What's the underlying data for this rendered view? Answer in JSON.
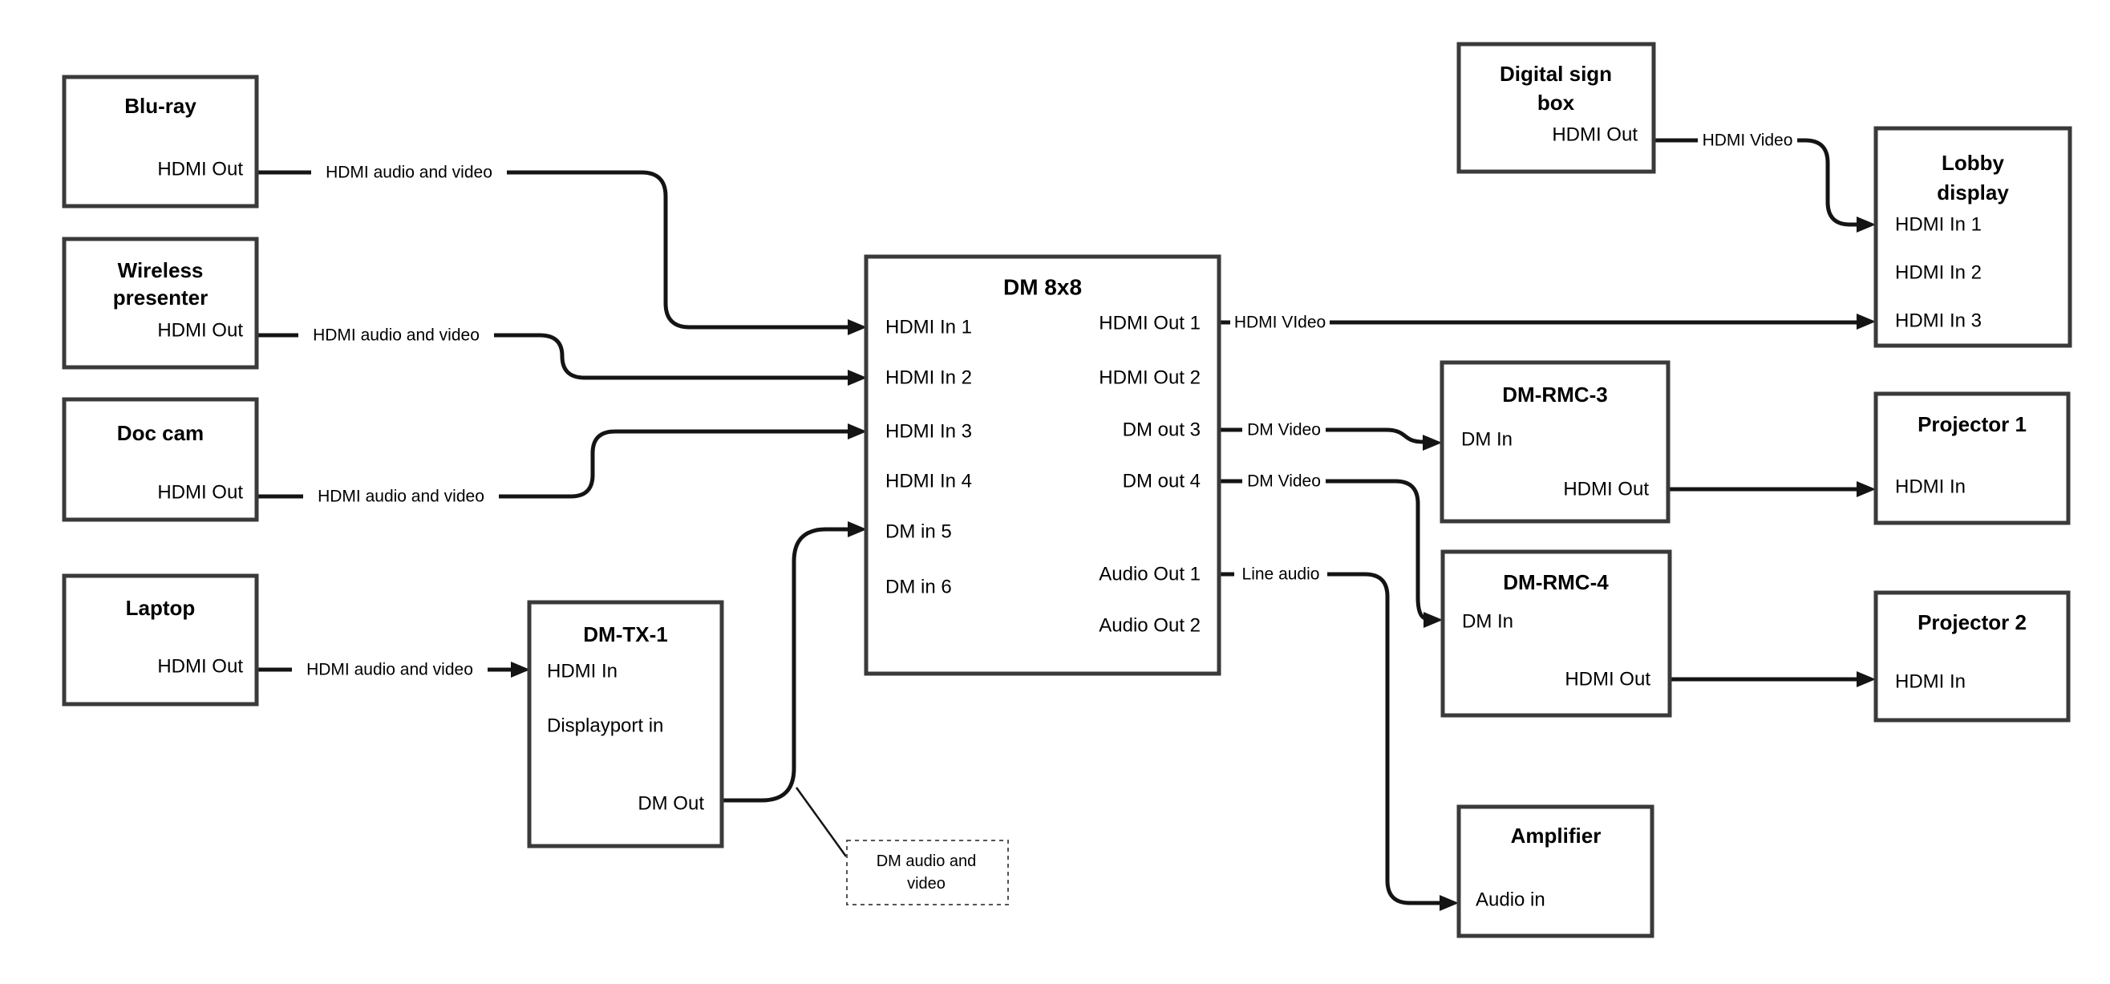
{
  "nodes": {
    "bluray": {
      "title": "Blu-ray",
      "port": "HDMI Out"
    },
    "wireless": {
      "title1": "Wireless",
      "title2": "presenter",
      "port": "HDMI Out"
    },
    "doccam": {
      "title": "Doc cam",
      "port": "HDMI Out"
    },
    "laptop": {
      "title": "Laptop",
      "port": "HDMI Out"
    },
    "dmtx1": {
      "title": "DM-TX-1",
      "port_hdmi_in": "HDMI In",
      "port_displayport_in": "Displayport in",
      "port_dm_out": "DM Out"
    },
    "dm8x8": {
      "title": "DM 8x8",
      "in1": "HDMI In 1",
      "in2": "HDMI In 2",
      "in3": "HDMI In 3",
      "in4": "HDMI In 4",
      "in5": "DM in 5",
      "in6": "DM in 6",
      "out1": "HDMI Out 1",
      "out2": "HDMI Out 2",
      "out3": "DM out 3",
      "out4": "DM out 4",
      "aout1": "Audio Out 1",
      "aout2": "Audio Out 2"
    },
    "digitalsign": {
      "title1": "Digital sign",
      "title2": "box",
      "port": "HDMI Out"
    },
    "lobby": {
      "title1": "Lobby",
      "title2": "display",
      "in1": "HDMI In 1",
      "in2": "HDMI In 2",
      "in3": "HDMI In 3"
    },
    "dmrmc3": {
      "title": "DM-RMC-3",
      "port_dm_in": "DM In",
      "port_hdmi_out": "HDMI Out"
    },
    "projector1": {
      "title": "Projector 1",
      "port": "HDMI In"
    },
    "dmrmc4": {
      "title": "DM-RMC-4",
      "port_dm_in": "DM In",
      "port_hdmi_out": "HDMI Out"
    },
    "projector2": {
      "title": "Projector 2",
      "port": "HDMI In"
    },
    "amplifier": {
      "title": "Amplifier",
      "port": "Audio in"
    }
  },
  "wire_labels": {
    "bluray_wire": "HDMI audio and video",
    "wireless_wire": "HDMI audio and video",
    "doccam_wire": "HDMI audio and video",
    "laptop_wire": "HDMI audio and video",
    "hdmi_out1_wire": "HDMI VIdeo",
    "digitalsign_wire": "HDMI Video",
    "dm_out3_wire": "DM Video",
    "dm_out4_wire": "DM Video",
    "audio_out1_wire": "Line audio"
  },
  "callout": {
    "line1": "DM audio and",
    "line2": "video"
  },
  "colors": {
    "wire": "#141414",
    "box_border": "#3a3a3a",
    "text": "#000000",
    "background": "#ffffff"
  }
}
